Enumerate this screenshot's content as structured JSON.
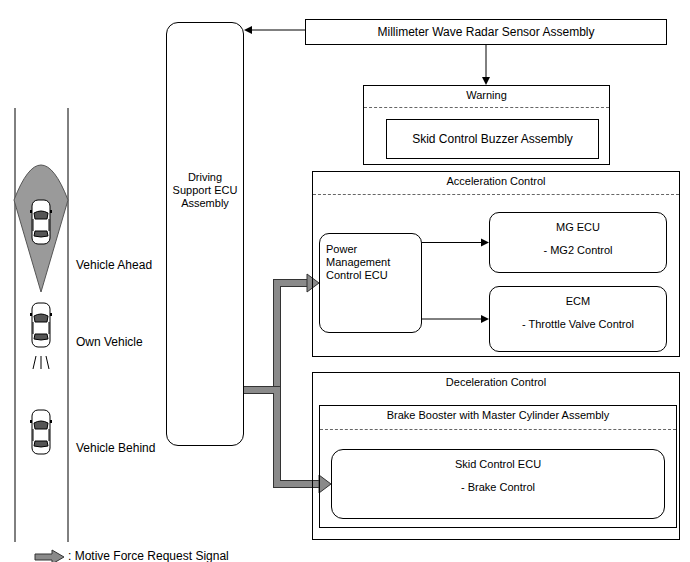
{
  "diagram": {
    "nodes": [
      {
        "text": [
          "Driving Support ECU Assembly"
        ]
      },
      {
        "text": [
          "Millimeter Wave Radar Sensor Assembly"
        ]
      },
      {
        "text": [
          "Warning"
        ]
      },
      {
        "text": [
          "Skid Control Buzzer Assembly"
        ],
        "in": 2
      },
      {
        "text": [
          "Acceleration Control"
        ]
      },
      {
        "text": [
          "Power Management Control ECU"
        ],
        "in": 4
      },
      {
        "text": [
          "MG ECU",
          "- MG2 Control"
        ],
        "in": 4
      },
      {
        "text": [
          "ECM",
          "- Throttle Valve Control"
        ],
        "in": 4
      },
      {
        "text": [
          "Deceleration Control"
        ]
      },
      {
        "text": [
          "Brake Booster with Master Cylinder Assembly"
        ],
        "in": 8
      },
      {
        "text": [
          "Skid Control ECU",
          "- Brake Control"
        ],
        "in": 9
      }
    ],
    "edges": [
      {
        "from": 1,
        "to": 0,
        "arrow": "to"
      },
      {
        "from": 1,
        "to": 2,
        "arrow": "to"
      },
      {
        "from": 5,
        "to": 6,
        "arrow": "to"
      },
      {
        "from": 5,
        "to": 7,
        "arrow": "to"
      },
      {
        "from": 0,
        "to": 5,
        "arrow": "to"
      },
      {
        "from": 0,
        "to": 10,
        "arrow": "to"
      }
    ],
    "labels": [
      "Vehicle Ahead",
      "Own Vehicle",
      "Vehicle Behind"
    ],
    "legend": [
      {
        "text": ": Motive Force Request Signal"
      }
    ]
  }
}
